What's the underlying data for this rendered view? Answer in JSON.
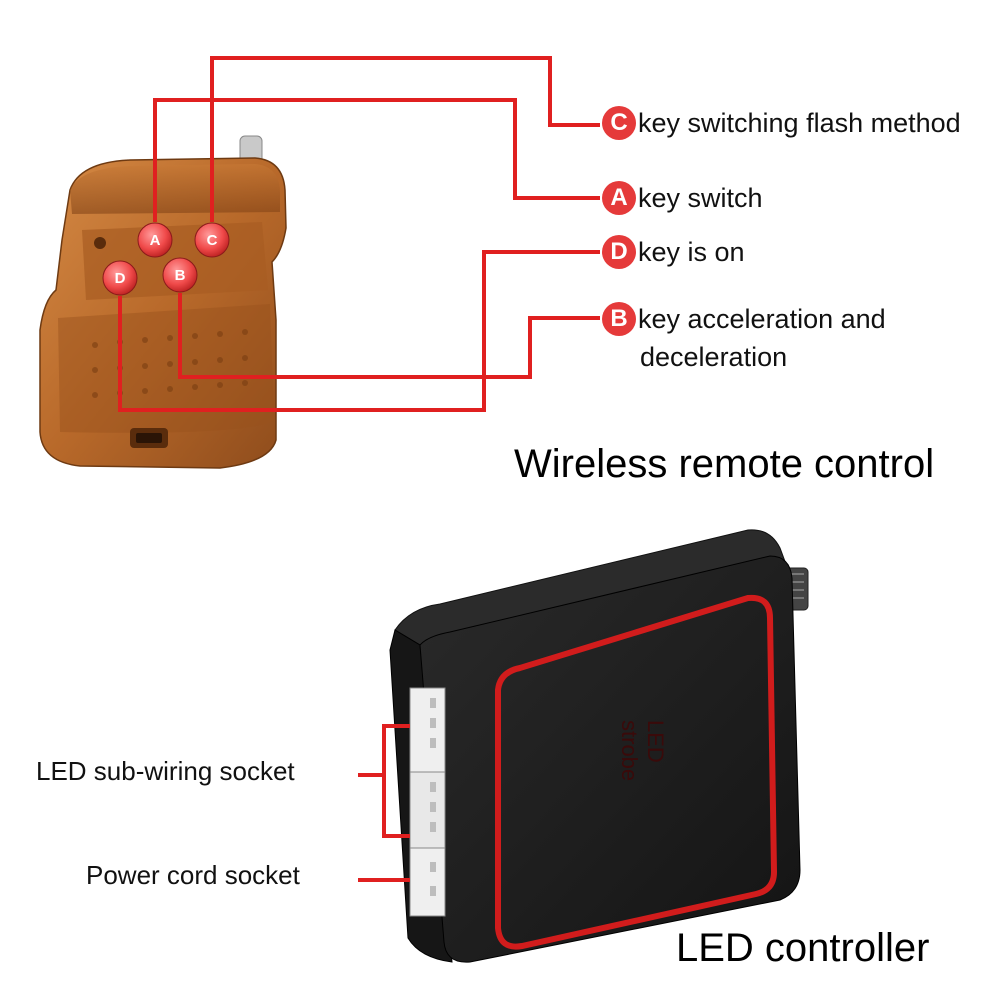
{
  "remote": {
    "title": "Wireless remote control",
    "buttons": [
      "A",
      "C",
      "D",
      "B"
    ],
    "callouts": [
      {
        "letter": "C",
        "text": "key switching flash method"
      },
      {
        "letter": "A",
        "text": "key switch"
      },
      {
        "letter": "D",
        "text": "key is on"
      },
      {
        "letter": "B",
        "text": "key acceleration and",
        "continuation": "deceleration"
      }
    ]
  },
  "controller": {
    "title": "LED controller",
    "face_text": {
      "line1": "LED",
      "line2": "strobe"
    },
    "labels": {
      "subwiring": "LED sub-wiring socket",
      "power": "Power cord socket"
    }
  },
  "colors": {
    "accent_red": "#e02020",
    "badge_red": "#e53a3a",
    "remote_wood": "#b8692a",
    "controller_black": "#1c1c1c"
  }
}
